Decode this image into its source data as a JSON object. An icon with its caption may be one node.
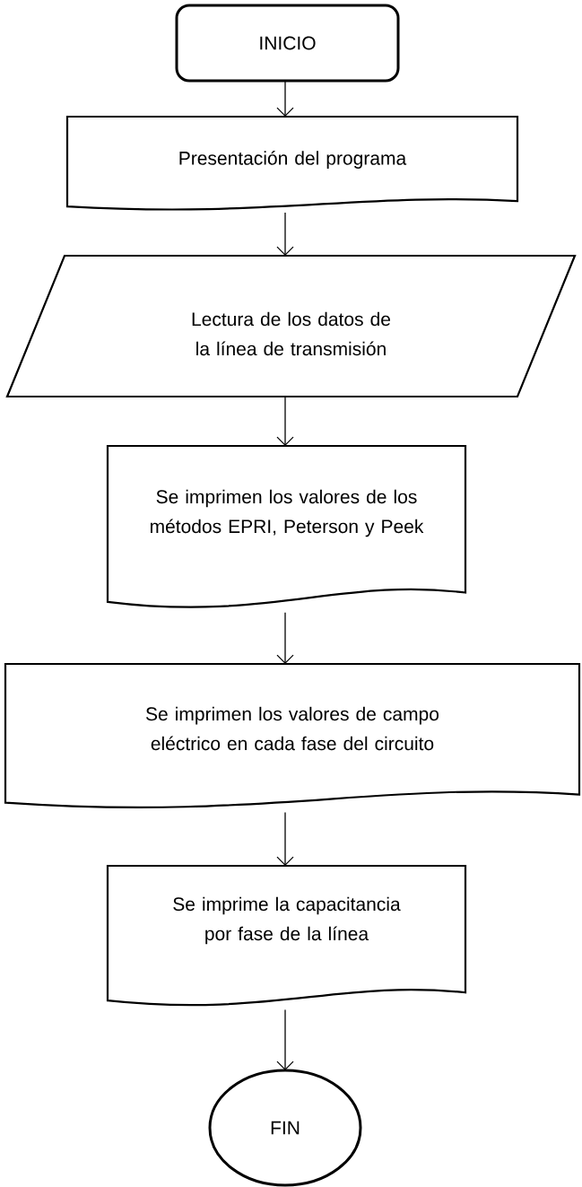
{
  "diagram": {
    "nodes": [
      {
        "text": [
          "INICIO"
        ]
      },
      {
        "text": [
          "Presentación del programa"
        ]
      },
      {
        "text": [
          "Lectura de los datos de la línea de transmisión"
        ]
      },
      {
        "text": [
          "Se imprimen los valores de los métodos EPRI, Peterson y Peek"
        ]
      },
      {
        "text": [
          "Se imprimen los valores de campo eléctrico en cada fase del circuito"
        ]
      },
      {
        "text": [
          "Se imprime la capacitancia por fase de la línea"
        ]
      },
      {
        "text": [
          "FIN"
        ]
      }
    ],
    "edges": [
      {
        "from": 0,
        "to": 1,
        "arrow": "to"
      },
      {
        "from": 1,
        "to": 2,
        "arrow": "to"
      },
      {
        "from": 2,
        "to": 3,
        "arrow": "to"
      },
      {
        "from": 3,
        "to": 4,
        "arrow": "to"
      },
      {
        "from": 4,
        "to": 5,
        "arrow": "to"
      },
      {
        "from": 5,
        "to": 6,
        "arrow": "to"
      }
    ]
  }
}
